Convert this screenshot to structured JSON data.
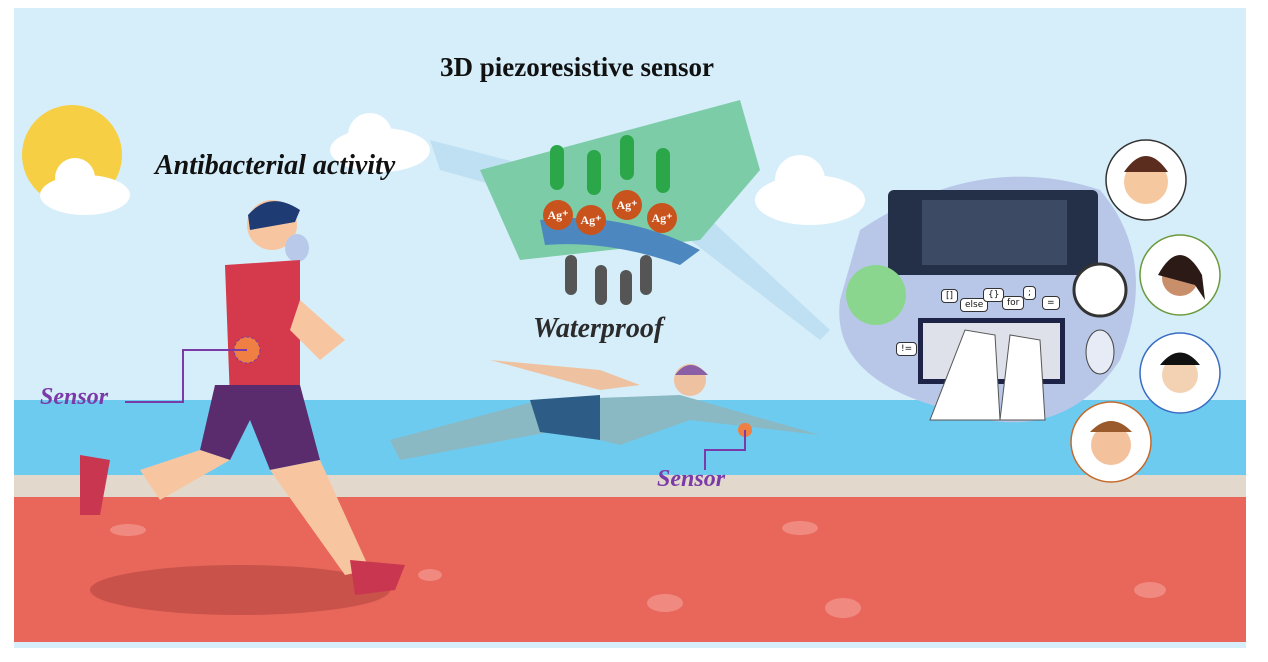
{
  "title": "3D piezoresistive sensor",
  "labels": {
    "antibacterial": "Antibacterial activity",
    "waterproof": "Waterproof",
    "sensor_runner": "Sensor",
    "sensor_swimmer": "Sensor"
  },
  "ions": [
    "Ag⁺",
    "Ag⁺",
    "Ag⁺",
    "Ag⁺"
  ],
  "code_tokens": [
    "[]",
    "else",
    "{}",
    "for",
    ";",
    "=",
    "!="
  ],
  "colors": {
    "sky": "#d6eefa",
    "water": "#6ecbf0",
    "track": "#e8665a",
    "sensor_label": "#7a3aa8",
    "sun": "#f7cf45"
  }
}
